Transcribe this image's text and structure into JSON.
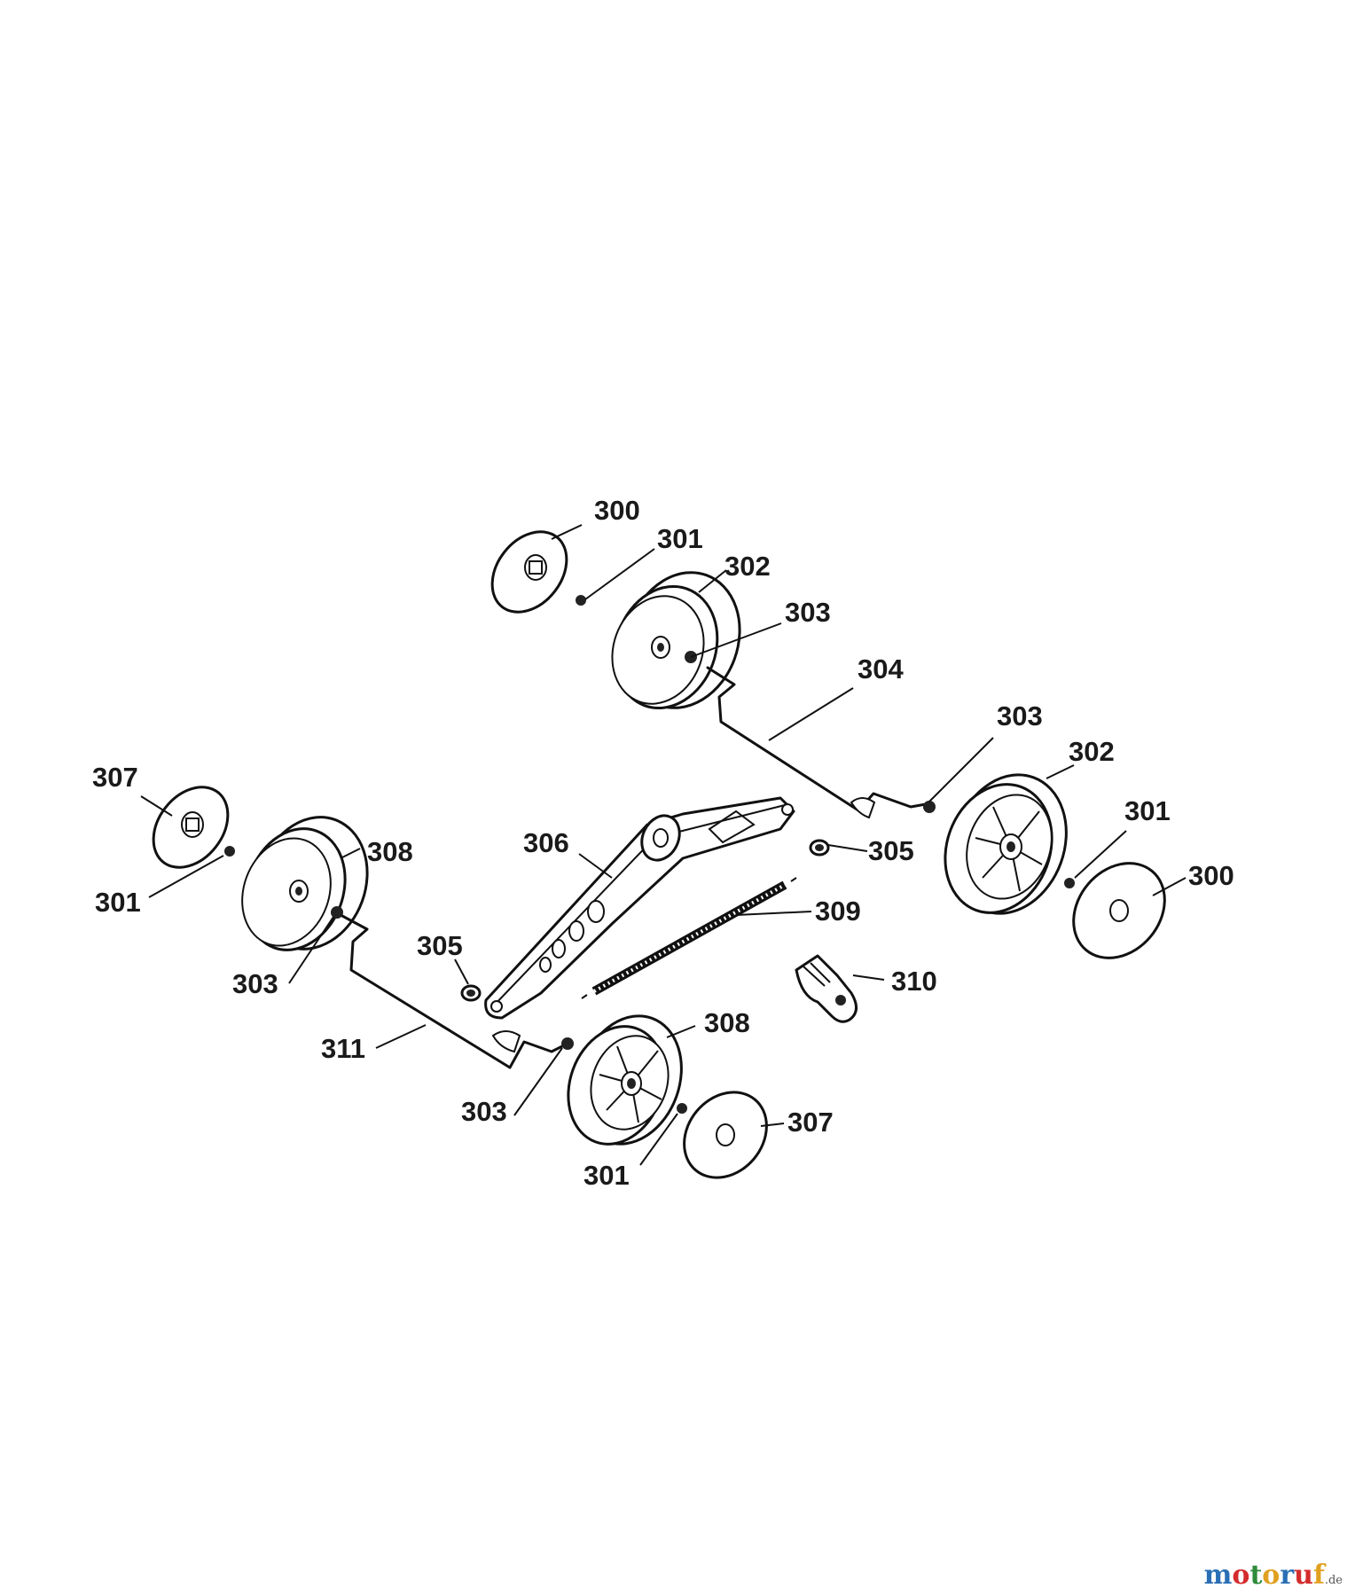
{
  "part_labels": {
    "p300_top": "300",
    "p301_top": "301",
    "p302_top": "302",
    "p303_top": "303",
    "p304": "304",
    "p303_right": "303",
    "p302_right": "302",
    "p301_right": "301",
    "p300_right": "300",
    "p305_right": "305",
    "p306": "306",
    "p309": "309",
    "p310": "310",
    "p307_left": "307",
    "p301_left": "301",
    "p308_left": "308",
    "p303_left": "303",
    "p305_left": "305",
    "p311": "311",
    "p308_bottom": "308",
    "p303_bottom": "303",
    "p307_bottom": "307",
    "p301_bottom": "301"
  },
  "watermark": {
    "letters": [
      "m",
      "o",
      "t",
      "o",
      "r",
      "u",
      "f"
    ],
    "colors": [
      "#2a6fb5",
      "#d42b2b",
      "#2e8b3a",
      "#e0a020",
      "#2a6fb5",
      "#d42b2b",
      "#e0a020"
    ],
    "tld": ".de"
  }
}
